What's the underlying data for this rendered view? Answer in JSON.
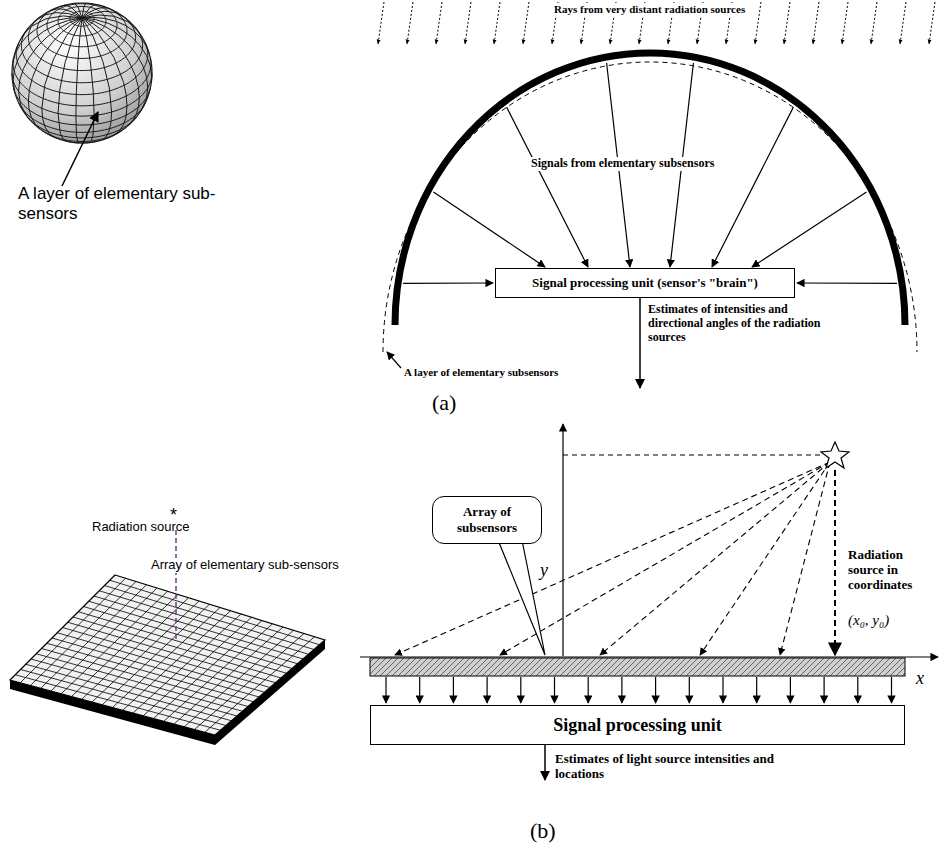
{
  "diagram": {
    "nodes": [
      {
        "text": [
          "Signal processing unit (sensor's \"brain\")"
        ]
      },
      {
        "text": [
          "Array of subsensors"
        ]
      },
      {
        "text": [
          "Signal processing unit"
        ]
      }
    ],
    "labels": [
      "A layer of elementary sub-sensors",
      "Rays from very distant radiation sources",
      "Signals from elementary subsensors",
      "Estimates of intensities and directional angles of the radiation sources",
      "A layer of elementary subsensors",
      "(a)",
      "Radiation source",
      "*",
      "Array of elementary sub-sensors",
      "y",
      "x",
      "Radiation source in coordinates",
      "(x₀, y₀)",
      "Estimates of light source intensities and locations",
      "(b)"
    ]
  }
}
